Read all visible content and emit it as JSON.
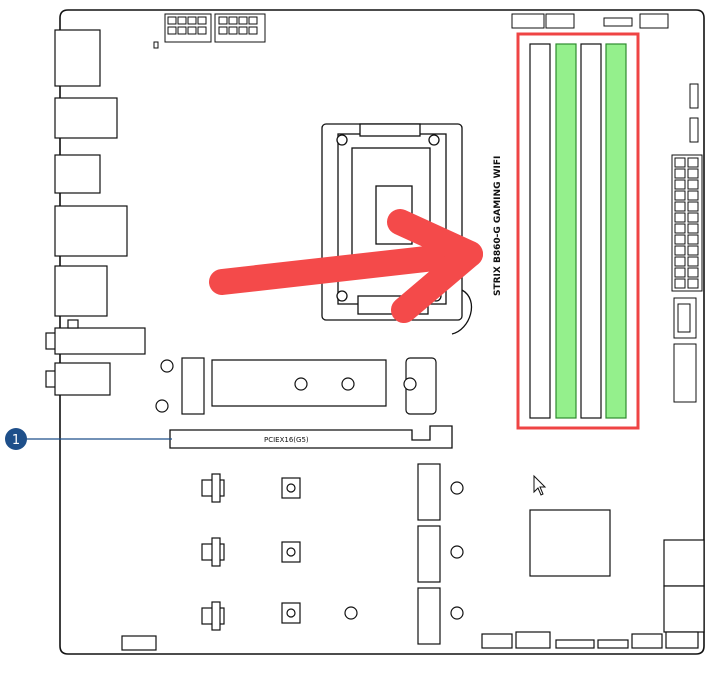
{
  "board": {
    "model_label": "STRIX B860-G GAMING WIFI",
    "pcie_slot_label": "PCIEX16(G5)"
  },
  "callouts": [
    {
      "number": "1"
    }
  ],
  "highlight": {
    "color": "#ef4444",
    "slot_fill": "#94f08c",
    "slot_stroke": "#2e8b2e"
  },
  "arrow": {
    "color": "#f44a4a"
  },
  "icons": [
    "cursor-arrow-icon"
  ]
}
